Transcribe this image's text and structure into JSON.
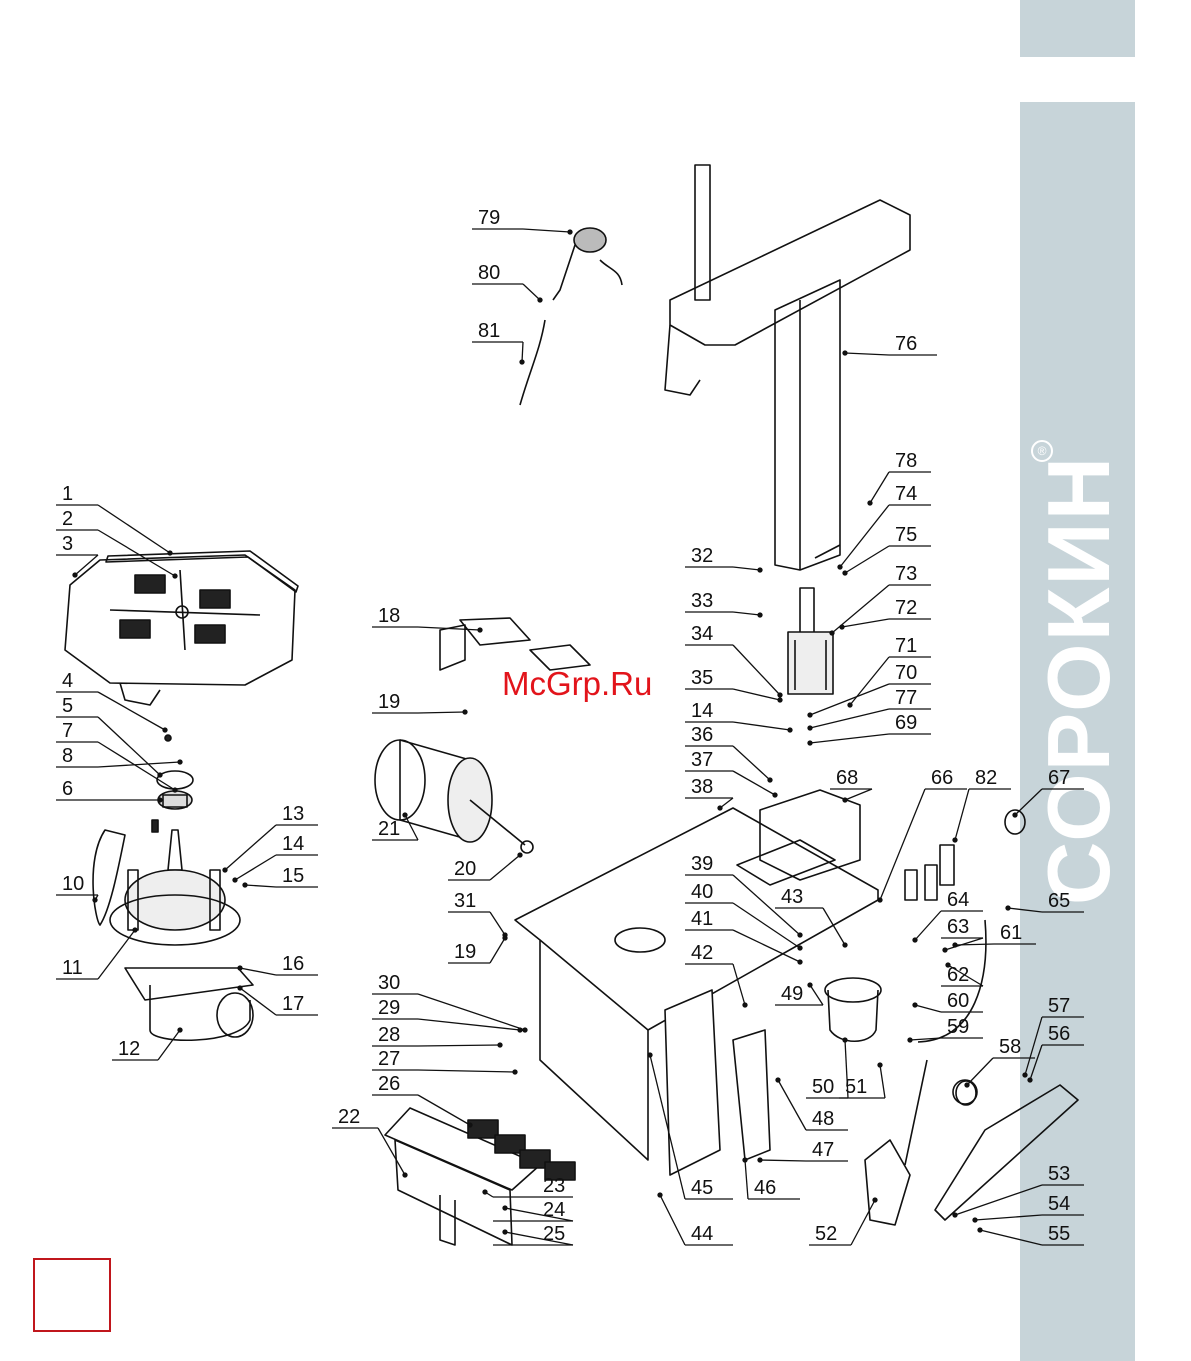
{
  "brand": {
    "name": "СОРОКИН",
    "subtitle": "ИНСТРУМЕНТ С ИМЕНЕМ",
    "registered_mark": "®"
  },
  "watermark": "McGrp.Ru",
  "colors": {
    "side_band": "#c7d4d9",
    "page_box_border": "#c0161c",
    "watermark": "#e2141b"
  },
  "callouts": [
    "1",
    "2",
    "3",
    "4",
    "5",
    "7",
    "8",
    "6",
    "10",
    "11",
    "12",
    "13",
    "14",
    "15",
    "16",
    "17",
    "18",
    "19",
    "21",
    "20",
    "22",
    "23",
    "24",
    "25",
    "26",
    "27",
    "28",
    "29",
    "30",
    "31",
    "19",
    "32",
    "33",
    "34",
    "35",
    "14",
    "36",
    "37",
    "38",
    "39",
    "40",
    "41",
    "42",
    "43",
    "44",
    "45",
    "46",
    "47",
    "48",
    "49",
    "50",
    "51",
    "52",
    "53",
    "54",
    "55",
    "56",
    "57",
    "58",
    "59",
    "60",
    "61",
    "62",
    "63",
    "64",
    "65",
    "66",
    "82",
    "67",
    "68",
    "69",
    "70",
    "71",
    "72",
    "73",
    "74",
    "75",
    "76",
    "77",
    "78",
    "79",
    "80",
    "81"
  ]
}
